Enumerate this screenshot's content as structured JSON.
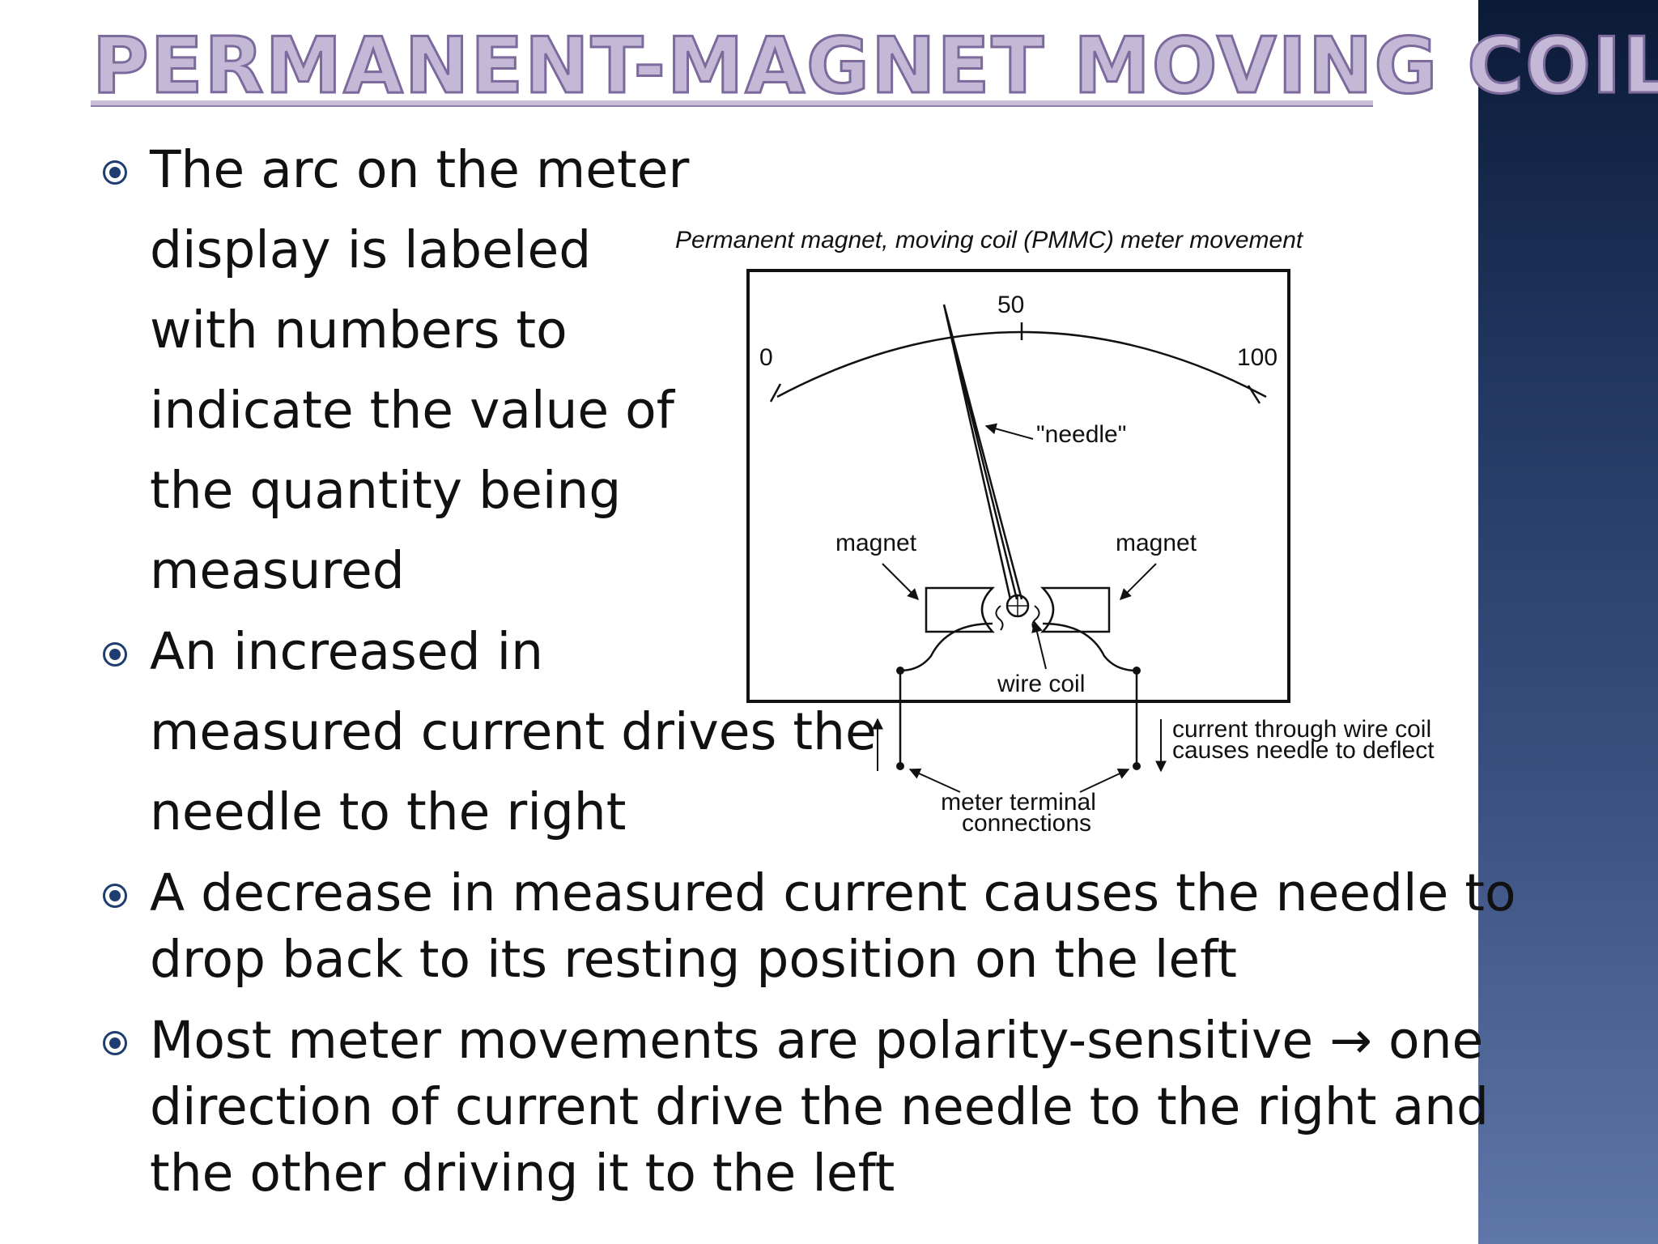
{
  "slide": {
    "title": "Permanent-Magnet Moving Coil",
    "bullets": [
      {
        "lines": [
          "The arc on the meter",
          "display is labeled",
          "with numbers to",
          "indicate the value of",
          "the quantity being",
          "measured"
        ]
      },
      {
        "lines": [
          "An increased in",
          "measured current drives the",
          "needle to the right"
        ]
      },
      {
        "lines": [
          "A decrease in measured current causes the needle to",
          "drop back to its resting position on the left"
        ]
      },
      {
        "lines": [
          "Most meter movements are polarity-sensitive → one",
          "direction of current drive the needle to the right and",
          "the other driving it to the left"
        ]
      }
    ]
  },
  "diagram": {
    "caption": "Permanent magnet, moving coil (PMMC) meter movement",
    "scale_labels": [
      "0",
      "50",
      "100"
    ],
    "needle_label": "\"needle\"",
    "magnet_label": "magnet",
    "coil_label": "wire coil",
    "current_note": [
      "current through wire coil",
      "causes needle to deflect"
    ],
    "terminal_label": [
      "meter terminal",
      "connections"
    ]
  }
}
